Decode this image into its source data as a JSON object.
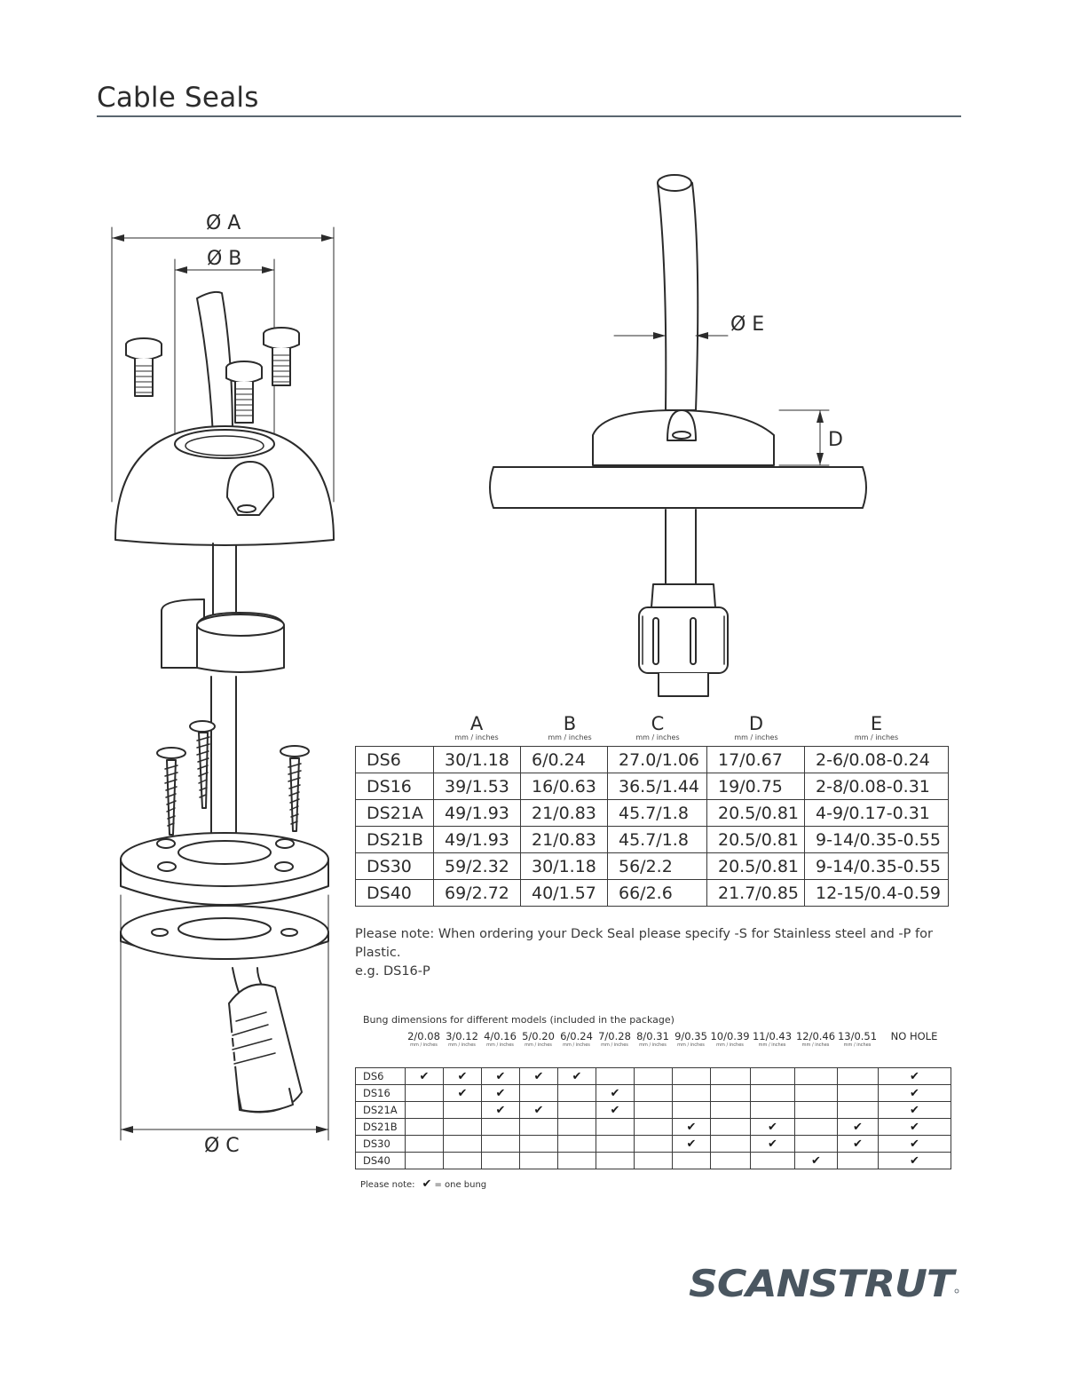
{
  "page": {
    "title": "Cable Seals"
  },
  "labels": {
    "dim_a": "Ø A",
    "dim_b": "Ø B",
    "dim_c": "Ø C",
    "dim_d": "D",
    "dim_e": "Ø E"
  },
  "dimension_table": {
    "unit_label": "mm / inches",
    "columns": [
      "A",
      "B",
      "C",
      "D",
      "E"
    ],
    "rows": [
      {
        "model": "DS6",
        "values": [
          "30/1.18",
          "6/0.24",
          "27.0/1.06",
          "17/0.67",
          "2-6/0.08-0.24"
        ]
      },
      {
        "model": "DS16",
        "values": [
          "39/1.53",
          "16/0.63",
          "36.5/1.44",
          "19/0.75",
          "2-8/0.08-0.31"
        ]
      },
      {
        "model": "DS21A",
        "values": [
          "49/1.93",
          "21/0.83",
          "45.7/1.8",
          "20.5/0.81",
          "4-9/0.17-0.31"
        ]
      },
      {
        "model": "DS21B",
        "values": [
          "49/1.93",
          "21/0.83",
          "45.7/1.8",
          "20.5/0.81",
          "9-14/0.35-0.55"
        ]
      },
      {
        "model": "DS30",
        "values": [
          "59/2.32",
          "30/1.18",
          "56/2.2",
          "20.5/0.81",
          "9-14/0.35-0.55"
        ]
      },
      {
        "model": "DS40",
        "values": [
          "69/2.72",
          "40/1.57",
          "66/2.6",
          "21.7/0.85",
          "12-15/0.4-0.59"
        ]
      }
    ]
  },
  "note": {
    "line1": "Please note: When ordering your Deck Seal please specify -S for Stainless steel and -P for Plastic.",
    "line2": "e.g. DS16-P"
  },
  "bung_table": {
    "caption": "Bung dimensions for different models (included in the package)",
    "unit_label": "mm / inches",
    "sizes": [
      "2/0.08",
      "3/0.12",
      "4/0.16",
      "5/0.20",
      "6/0.24",
      "7/0.28",
      "8/0.31",
      "9/0.35",
      "10/0.39",
      "11/0.43",
      "12/0.46",
      "13/0.51",
      "NO HOLE"
    ],
    "tick_symbol": "✔",
    "rows": [
      {
        "model": "DS6",
        "checks": [
          1,
          1,
          1,
          1,
          1,
          0,
          0,
          0,
          0,
          0,
          0,
          0,
          1
        ]
      },
      {
        "model": "DS16",
        "checks": [
          0,
          1,
          1,
          0,
          0,
          1,
          0,
          0,
          0,
          0,
          0,
          0,
          1
        ]
      },
      {
        "model": "DS21A",
        "checks": [
          0,
          0,
          1,
          1,
          0,
          1,
          0,
          0,
          0,
          0,
          0,
          0,
          1
        ]
      },
      {
        "model": "DS21B",
        "checks": [
          0,
          0,
          0,
          0,
          0,
          0,
          0,
          1,
          0,
          1,
          0,
          1,
          1
        ]
      },
      {
        "model": "DS30",
        "checks": [
          0,
          0,
          0,
          0,
          0,
          0,
          0,
          1,
          0,
          1,
          0,
          1,
          1
        ]
      },
      {
        "model": "DS40",
        "checks": [
          0,
          0,
          0,
          0,
          0,
          0,
          0,
          0,
          0,
          0,
          1,
          0,
          1
        ]
      }
    ],
    "legend_prefix": "Please note:",
    "legend_text": "= one bung"
  },
  "brand": {
    "name": "SCANSTRUT",
    "color": "#4a5660"
  }
}
